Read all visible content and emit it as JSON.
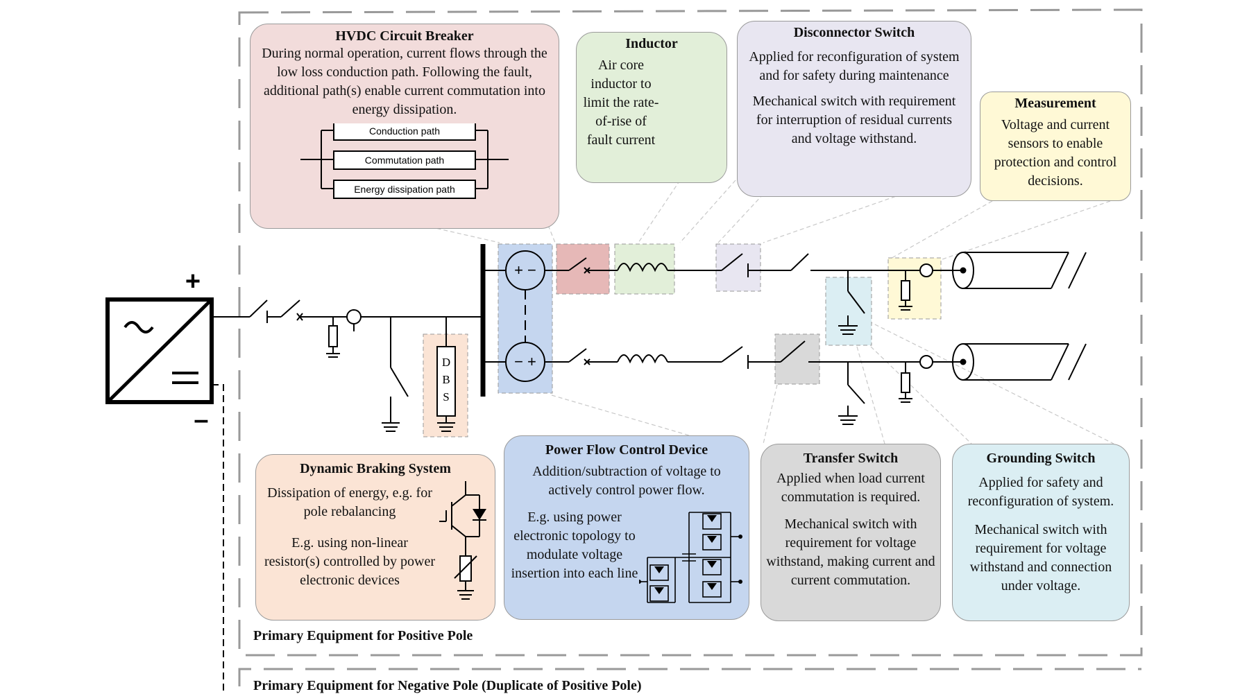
{
  "colors": {
    "hvdc_cb": "#f2dcdb",
    "inductor": "#e2efd9",
    "disconnector": "#e8e6f1",
    "measurement": "#fff9d6",
    "dbs": "#fbe4d5",
    "pfcd": "#c5d6ef",
    "transfer": "#d9d9d9",
    "grounding": "#dbeef3"
  },
  "boxes": {
    "hvdc_cb": {
      "title": "HVDC Circuit Breaker",
      "text": "During normal operation, current flows through the low loss conduction path. Following the fault, additional path(s) enable current commutation into energy dissipation.",
      "paths": [
        "Conduction path",
        "Commutation path",
        "Energy dissipation path"
      ]
    },
    "inductor": {
      "title": "Inductor",
      "text": "Air core inductor to limit the rate-of-rise of fault current"
    },
    "disconnector": {
      "title": "Disconnector Switch",
      "text1": "Applied for reconfiguration of system and for safety during maintenance",
      "text2": "Mechanical switch with requirement for interruption of residual currents and voltage withstand."
    },
    "measurement": {
      "title": "Measurement",
      "text": "Voltage and current sensors to enable protection and control decisions."
    },
    "dbs": {
      "title": "Dynamic Braking System",
      "text1": "Dissipation of energy, e.g. for pole rebalancing",
      "text2": "E.g. using non-linear resistor(s) controlled by power electronic devices"
    },
    "pfcd": {
      "title": "Power Flow Control Device",
      "text1": "Addition/subtraction of voltage to actively control power flow.",
      "text2": "E.g. using power electronic topology to modulate voltage insertion into each line"
    },
    "transfer": {
      "title": "Transfer Switch",
      "text1": "Applied when load current commutation is required.",
      "text2": "Mechanical switch with requirement for voltage withstand, making current and current commutation."
    },
    "grounding": {
      "title": "Grounding Switch",
      "text1": "Applied for safety and reconfiguration of system.",
      "text2": "Mechanical switch with requirement for voltage withstand and connection under voltage."
    }
  },
  "converter": {
    "plus": "+",
    "minus": "–"
  },
  "dbs_label": [
    "D",
    "B",
    "S"
  ],
  "footer": {
    "positive": "Primary Equipment for Positive Pole",
    "negative": "Primary Equipment for Negative Pole (Duplicate of Positive Pole)"
  }
}
